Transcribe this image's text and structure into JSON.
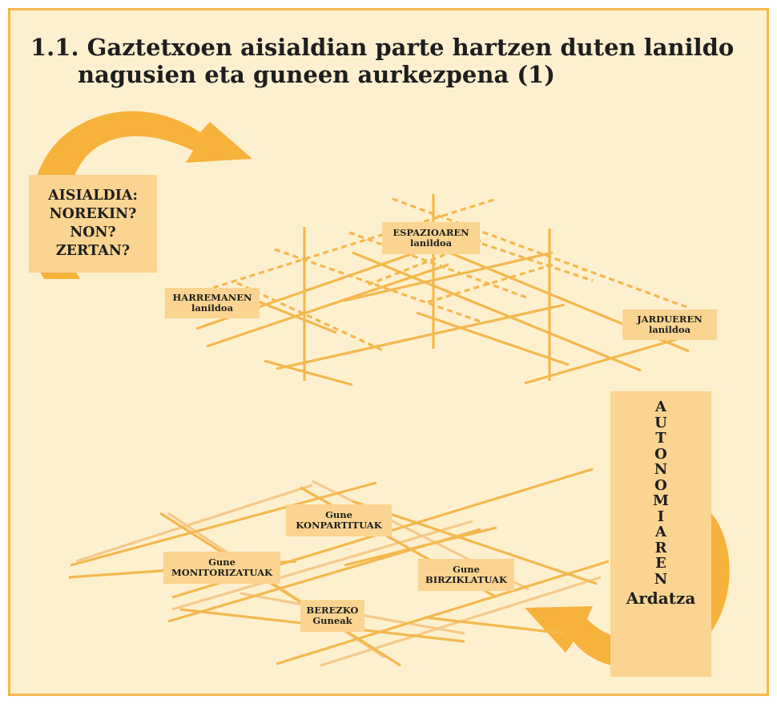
{
  "title": {
    "line1": "1.1. Gaztetxoen aisialdian parte hartzen duten lanildo",
    "line2": "nagusien eta guneen aurkezpena (1)"
  },
  "questions": [
    "AISIALDIA:",
    "NOREKIN?",
    "NON?",
    "ZERTAN?"
  ],
  "axes": {
    "espazio": [
      "ESPAZIOAREN",
      "lanildoa"
    ],
    "harreman": [
      "HARREMANEN",
      "lanildoa"
    ],
    "jardueren": [
      "JARDUEREN",
      "lanildoa"
    ]
  },
  "zones": {
    "konpartitu": [
      "Gune",
      "KONPARTITUAK"
    ],
    "monitorizatu": [
      "Gune",
      "MONITORIZATUAK"
    ],
    "birziklatu": [
      "Gune",
      "BIRZIKLATUAK"
    ],
    "berezko": [
      "BEREZKO",
      "Guneak"
    ]
  },
  "autonomy": {
    "letters": [
      "A",
      "U",
      "T",
      "O",
      "N",
      "O",
      "M",
      "I",
      "A",
      "R",
      "E",
      "N"
    ],
    "word": "Ardatza"
  },
  "colors": {
    "border": "#f6b84a",
    "background": "#fdf0cf",
    "line": "#f4b84e",
    "arrow": "#f7b23c",
    "label_bg": "#fbd491",
    "text": "#1e1e1e"
  }
}
